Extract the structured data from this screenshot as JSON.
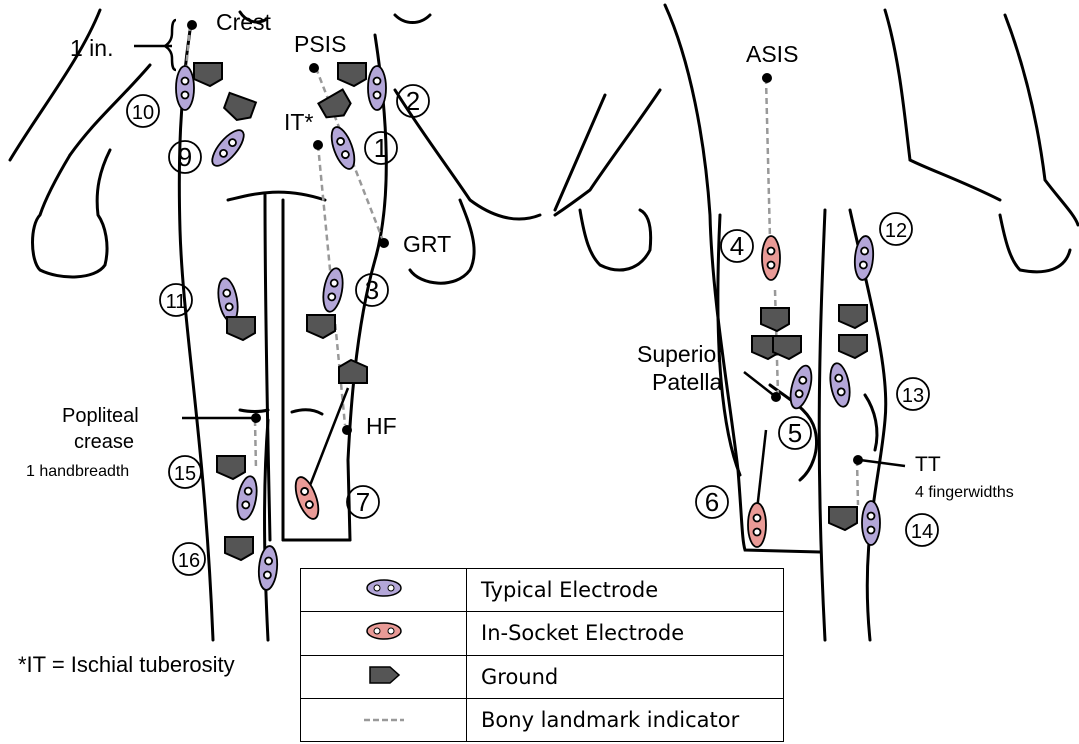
{
  "colors": {
    "typical_electrode": "#b3a6d8",
    "insocket_electrode": "#e99a96",
    "ground": "#555555",
    "landmark_line": "#999999",
    "outline": "#000000"
  },
  "landmarks": {
    "crest": "Crest",
    "one_in": "1 in.",
    "psis": "PSIS",
    "it": "IT*",
    "grt": "GRT",
    "hf": "HF",
    "asis": "ASIS",
    "superior_patella_line1": "Superior",
    "superior_patella_line2": "Patella",
    "popliteal_line1": "Popliteal",
    "popliteal_line2": "crease",
    "popliteal_line3": "1 handbreadth",
    "tt": "TT",
    "tt_sub": "4 fingerwidths"
  },
  "sites": [
    "1",
    "2",
    "3",
    "4",
    "5",
    "6",
    "7",
    "9",
    "10",
    "11",
    "12",
    "13",
    "14",
    "15",
    "16"
  ],
  "legend": {
    "rows": [
      {
        "icon": "typical-electrode",
        "label": "Typical Electrode"
      },
      {
        "icon": "insocket-electrode",
        "label": "In-Socket Electrode"
      },
      {
        "icon": "ground",
        "label": "Ground"
      },
      {
        "icon": "bony-landmark-line",
        "label": "Bony landmark indicator"
      }
    ]
  },
  "footnote": "*IT = Ischial tuberosity"
}
